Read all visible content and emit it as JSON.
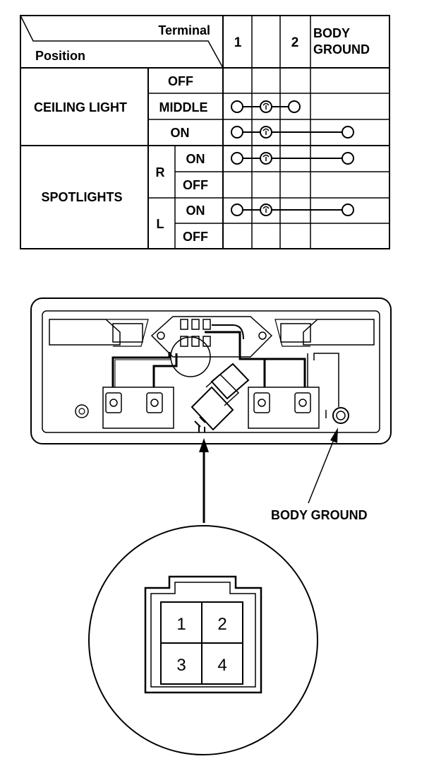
{
  "table": {
    "header": {
      "terminal": "Terminal",
      "position": "Position",
      "col1": "1",
      "col2": "2",
      "body_ground_line1": "BODY",
      "body_ground_line2": "GROUND"
    },
    "groups": [
      {
        "name": "CEILING LIGHT",
        "rows": [
          "OFF",
          "MIDDLE",
          "ON"
        ]
      },
      {
        "name": "SPOTLIGHTS",
        "sides": [
          {
            "side": "R",
            "rows": [
              "ON",
              "OFF"
            ]
          },
          {
            "side": "L",
            "rows": [
              "ON",
              "OFF"
            ]
          }
        ]
      }
    ]
  },
  "diagram": {
    "body_ground_label": "BODY GROUND"
  },
  "connector": {
    "pins": [
      "1",
      "2",
      "3",
      "4"
    ]
  }
}
